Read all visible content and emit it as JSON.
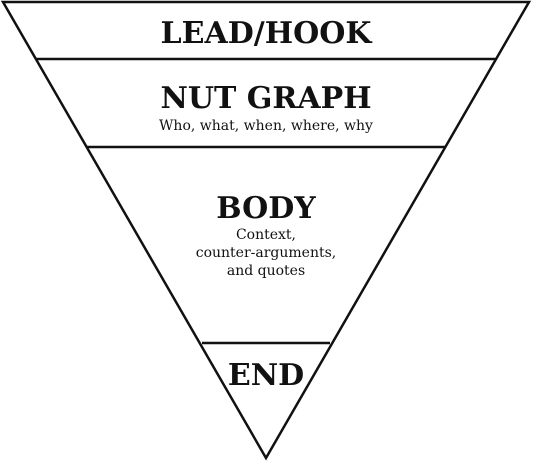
{
  "diagram": {
    "line_color": "#111111",
    "fill_color": "#ffffff",
    "sections": [
      {
        "title": "LEAD/HOOK",
        "subtitle_lines": []
      },
      {
        "title": "NUT GRAPH",
        "subtitle_lines": [
          "Who, what, when, where, why"
        ]
      },
      {
        "title": "BODY",
        "subtitle_lines": [
          "Context,",
          "counter-arguments,",
          "and quotes"
        ]
      },
      {
        "title": "END",
        "subtitle_lines": []
      }
    ]
  }
}
